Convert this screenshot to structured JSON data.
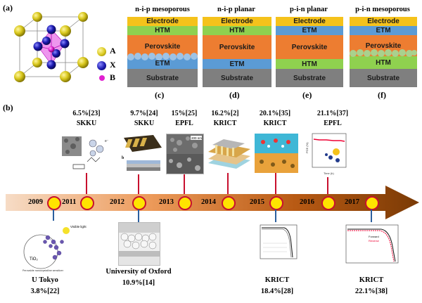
{
  "panels": {
    "a": "(a)",
    "b": "(b)",
    "c": "(c)",
    "d": "(d)",
    "e": "(e)",
    "f": "(f)"
  },
  "crystal": {
    "legend": [
      {
        "label": "A",
        "color": "#c4b81a"
      },
      {
        "label": "X",
        "color": "#1c1ab0"
      },
      {
        "label": "B",
        "color": "#e020d0"
      }
    ]
  },
  "devices": [
    {
      "title": "n-i-p mesoporous",
      "label": "(c)",
      "layers": [
        "Electrode",
        "HTM",
        "Perovskite",
        "ETM",
        "Substrate"
      ]
    },
    {
      "title": "n-i-p planar",
      "label": "(d)",
      "layers": [
        "Electrode",
        "HTM",
        "Perovskite",
        "ETM",
        "Substrate"
      ]
    },
    {
      "title": "p-i-n planar",
      "label": "(e)",
      "layers": [
        "Electrode",
        "ETM",
        "Perovskite",
        "HTM",
        "Substrate"
      ]
    },
    {
      "title": "p-i-n mesoporous",
      "label": "(f)",
      "layers": [
        "Electrode",
        "ETM",
        "Perovskite",
        "HTM",
        "Substrate"
      ]
    }
  ],
  "layer_colors": {
    "Electrode": "#f5c21b",
    "HTM": "#8fd14f",
    "ETM": "#5b9bd5",
    "Perovskite": "#ed7d31",
    "Substrate": "#7f7f7f"
  },
  "timeline": {
    "years": [
      "2009",
      "2011",
      "2012",
      "2013",
      "2014",
      "2015",
      "2016",
      "2017"
    ],
    "top": [
      {
        "eff": "6.5%[23]",
        "inst": "SKKU"
      },
      {
        "eff": "9.7%[24]",
        "inst": "SKKU"
      },
      {
        "eff": "15%[25]",
        "inst": "EPFL"
      },
      {
        "eff": "16.2%[2]",
        "inst": "KRICT"
      },
      {
        "eff": "20.1%[35]",
        "inst": "KRICT"
      },
      {
        "eff": "21.1%[37]",
        "inst": "EPFL"
      }
    ],
    "bottom": [
      {
        "inst": "U Tokyo",
        "eff": "3.8%[22]"
      },
      {
        "inst": "University of Oxford",
        "eff": "10.9%[14]"
      },
      {
        "inst": "KRICT",
        "eff": "18.4%[28]"
      },
      {
        "inst": "KRICT",
        "eff": "22.1%[38]"
      }
    ],
    "arrow_start": "#f6dcc6",
    "arrow_end": "#7a3a05",
    "node_color": "#ffe400",
    "node_border": "#c8102e"
  },
  "thumb_text": {
    "tio2": "TiO₂",
    "visible_light": "Visible light",
    "caption": "Perovskite nanocrystalline sensitizer",
    "ylabel": "PCE (%)",
    "xlabel": "Time (h)",
    "scale": "200 nm",
    "forward": "Forward",
    "reverse": "Reverse",
    "b": "b"
  }
}
